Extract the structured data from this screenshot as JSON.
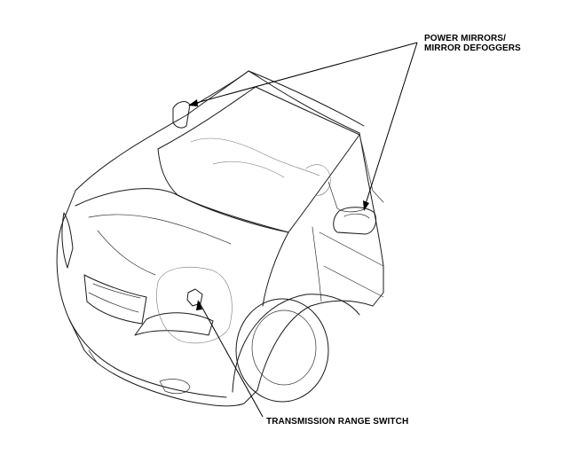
{
  "labels": {
    "mirrors_line1": "POWER MIRRORS/",
    "mirrors_line2": "MIRROR DEFOGGERS",
    "transmission": "TRANSMISSION RANGE SWITCH"
  }
}
